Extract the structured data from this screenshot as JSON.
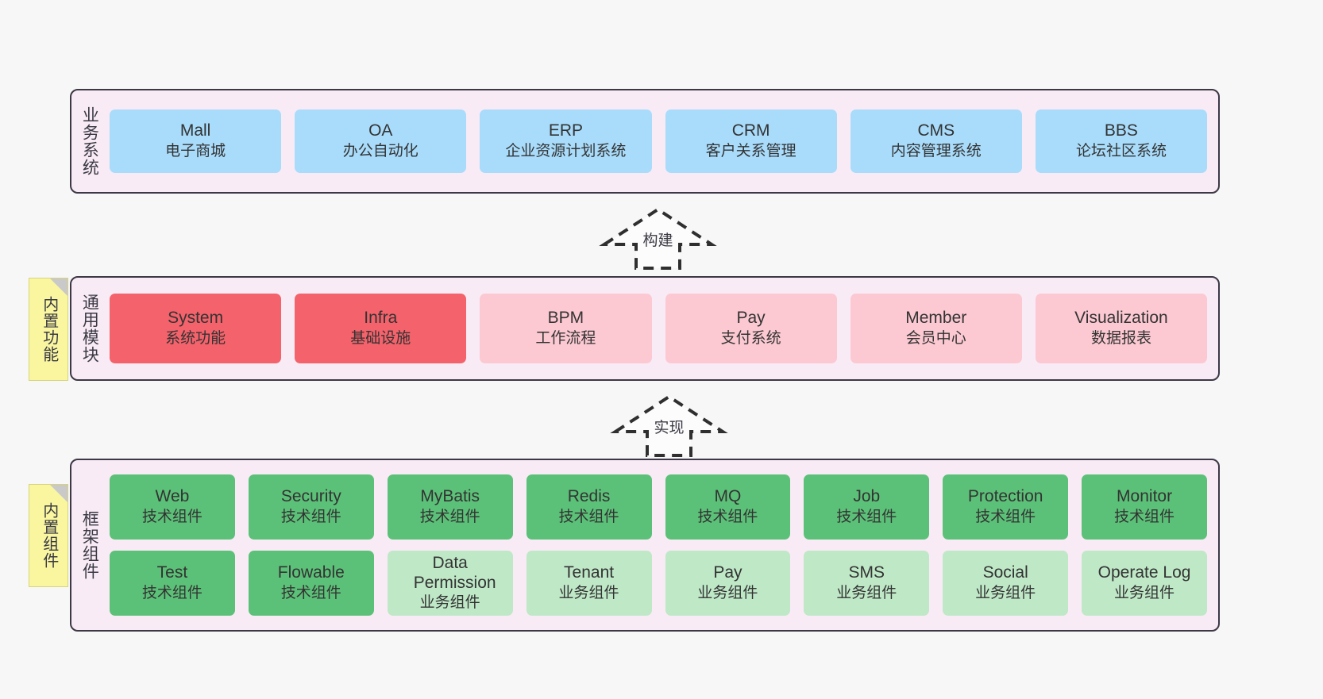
{
  "diagram": {
    "background": "#f7f7f7",
    "panel_fill": "#f8ebf5",
    "panel_border": "#3d3846"
  },
  "layers": [
    {
      "id": "business",
      "label": "业务系统",
      "sticky": null,
      "rows": [
        {
          "style": "biz",
          "nodes": [
            {
              "title": "Mall",
              "subtitle": "电子商城"
            },
            {
              "title": "OA",
              "subtitle": "办公自动化"
            },
            {
              "title": "ERP",
              "subtitle": "企业资源计划系统"
            },
            {
              "title": "CRM",
              "subtitle": "客户关系管理"
            },
            {
              "title": "CMS",
              "subtitle": "内容管理系统"
            },
            {
              "title": "BBS",
              "subtitle": "论坛社区系统"
            }
          ]
        }
      ]
    },
    {
      "id": "modules",
      "label": "通用模块",
      "sticky": "内置功能",
      "rows": [
        {
          "nodes": [
            {
              "title": "System",
              "subtitle": "系统功能",
              "style": "mod-strong"
            },
            {
              "title": "Infra",
              "subtitle": "基础设施",
              "style": "mod-strong"
            },
            {
              "title": "BPM",
              "subtitle": "工作流程",
              "style": "mod-soft"
            },
            {
              "title": "Pay",
              "subtitle": "支付系统",
              "style": "mod-soft"
            },
            {
              "title": "Member",
              "subtitle": "会员中心",
              "style": "mod-soft"
            },
            {
              "title": "Visualization",
              "subtitle": "数据报表",
              "style": "mod-soft"
            }
          ]
        }
      ]
    },
    {
      "id": "framework",
      "label": "框架组件",
      "sticky": "内置组件",
      "rows": [
        {
          "nodes": [
            {
              "title": "Web",
              "subtitle": "技术组件",
              "style": "comp-tech"
            },
            {
              "title": "Security",
              "subtitle": "技术组件",
              "style": "comp-tech"
            },
            {
              "title": "MyBatis",
              "subtitle": "技术组件",
              "style": "comp-tech"
            },
            {
              "title": "Redis",
              "subtitle": "技术组件",
              "style": "comp-tech"
            },
            {
              "title": "MQ",
              "subtitle": "技术组件",
              "style": "comp-tech"
            },
            {
              "title": "Job",
              "subtitle": "技术组件",
              "style": "comp-tech"
            },
            {
              "title": "Protection",
              "subtitle": "技术组件",
              "style": "comp-tech"
            },
            {
              "title": "Monitor",
              "subtitle": "技术组件",
              "style": "comp-tech"
            }
          ]
        },
        {
          "nodes": [
            {
              "title": "Test",
              "subtitle": "技术组件",
              "style": "comp-tech"
            },
            {
              "title": "Flowable",
              "subtitle": "技术组件",
              "style": "comp-tech"
            },
            {
              "title": "Data Permission",
              "subtitle": "业务组件",
              "style": "comp-biz"
            },
            {
              "title": "Tenant",
              "subtitle": "业务组件",
              "style": "comp-biz"
            },
            {
              "title": "Pay",
              "subtitle": "业务组件",
              "style": "comp-biz"
            },
            {
              "title": "SMS",
              "subtitle": "业务组件",
              "style": "comp-biz"
            },
            {
              "title": "Social",
              "subtitle": "业务组件",
              "style": "comp-biz"
            },
            {
              "title": "Operate Log",
              "subtitle": "业务组件",
              "style": "comp-biz"
            }
          ]
        }
      ]
    }
  ],
  "arrows": [
    {
      "id": "build",
      "label": "构建",
      "from": "modules",
      "to": "business"
    },
    {
      "id": "implement",
      "label": "实现",
      "from": "framework",
      "to": "modules"
    }
  ],
  "colors": {
    "business_node": "#a9dcfb",
    "module_strong": "#f4626b",
    "module_soft": "#fcc9d2",
    "component_tech": "#5cc178",
    "component_business": "#bfe8c7",
    "sticky_note": "#faf6a0",
    "arrow_stroke": "#2f2f2f"
  }
}
